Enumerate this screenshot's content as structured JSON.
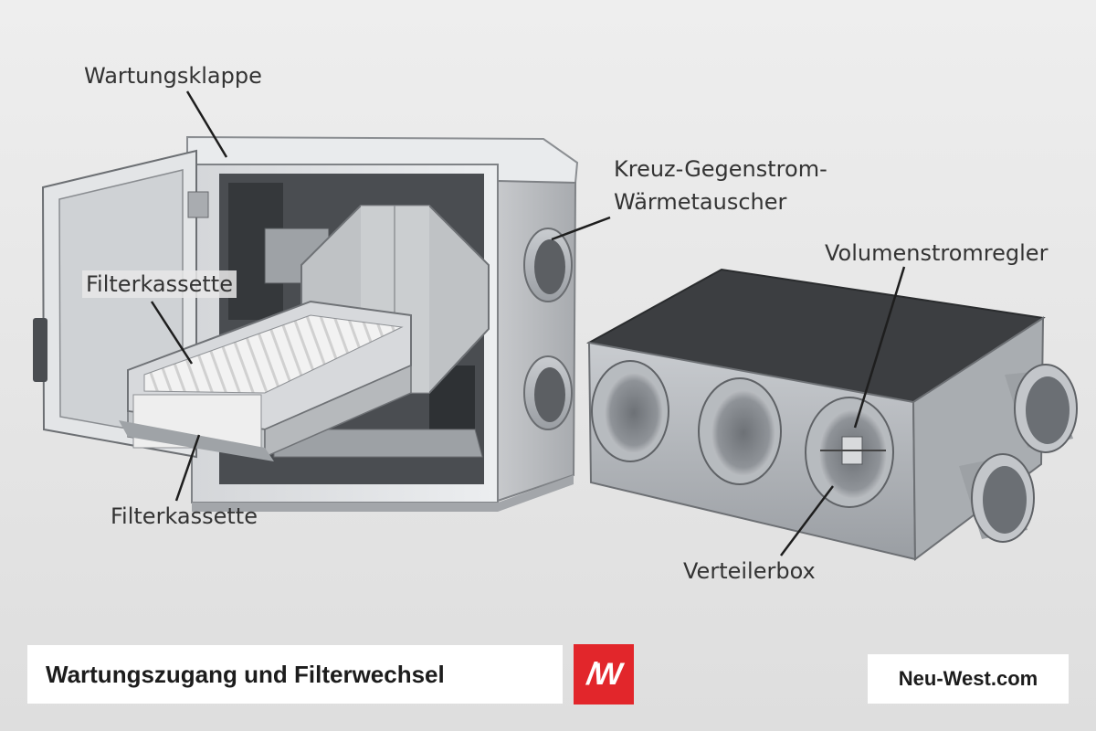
{
  "labels": {
    "wartungsklappe": "Wartungsklappe",
    "waermetauscher_line1": "Kreuz-Gegenstrom-",
    "waermetauscher_line2": "Wärmetauscher",
    "volumenstromregler": "Volumenstromregler",
    "filterkassette_upper": "Filterkassette",
    "filterkassette_lower": "Filterkassette",
    "verteilerbox": "Verteilerbox"
  },
  "caption": "Wartungszugang und Filterwechsel",
  "logo": "/W",
  "website": "Neu-West.com",
  "colors": {
    "background": "#e7e7e7",
    "logo_red": "#e2262b",
    "caption_box": "#ffffff",
    "text": "#333333"
  }
}
